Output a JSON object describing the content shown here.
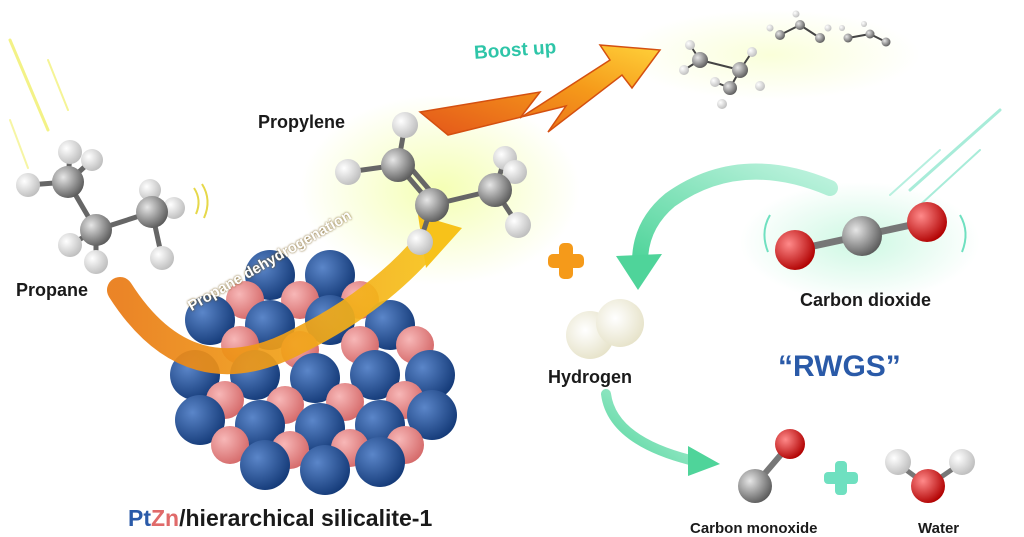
{
  "labels": {
    "propylene": "Propylene",
    "propane": "Propane",
    "boost_up": "Boost up",
    "carbon_dioxide": "Carbon dioxide",
    "hydrogen": "Hydrogen",
    "rwgs": "“RWGS”",
    "carbon_monoxide": "Carbon monoxide",
    "water": "Water",
    "propane_dehydrogenation": "Propane dehydrogenation",
    "catalyst_pt": "Pt",
    "catalyst_zn": "Zn",
    "catalyst_rest": "/hierarchical silicalite-1"
  },
  "colors": {
    "pt_atom": "#2a5aa8",
    "zn_atom": "#e88a8a",
    "oxygen": "#e02020",
    "carbon": "#8a8a8a",
    "hydrogen_atom": "#f4f4f4",
    "arrow_green": "#6fe0b0",
    "bolt_orange": "#f59a1a",
    "rwgs_blue": "#2a5aa8"
  },
  "icons": [
    "propane-molecule-icon",
    "propylene-molecule-icon",
    "lightning-bolt-icon",
    "plus-icon",
    "hydrogen-molecule-icon",
    "co2-molecule-icon",
    "co-molecule-icon",
    "water-molecule-icon",
    "catalyst-cluster-icon"
  ]
}
